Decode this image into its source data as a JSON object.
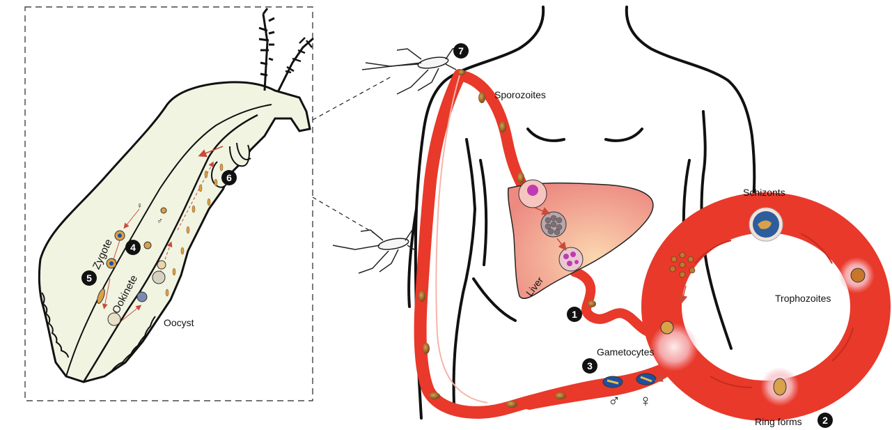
{
  "labels": {
    "sporozoites": "Sporozoites",
    "liver": "Liver",
    "schizonts": "Schizonts",
    "trophozoites": "Trophozoites",
    "gametocytes": "Gametocytes",
    "ring_forms": "Ring forms",
    "zygote": "Zygote",
    "ookinete": "Ookinete",
    "oocyst": "Oocyst"
  },
  "stage_numbers": {
    "n1": "1",
    "n2": "2",
    "n3": "3",
    "n4": "4",
    "n5": "5",
    "n6": "6",
    "n7": "7"
  },
  "symbols": {
    "male": "♂",
    "female": "♀",
    "inset_male": "♂",
    "inset_female": "♀"
  },
  "colors": {
    "blood": "#e8392a",
    "liver": "#ef8d83",
    "gut": "#f3f5e4",
    "outline": "#111111"
  }
}
